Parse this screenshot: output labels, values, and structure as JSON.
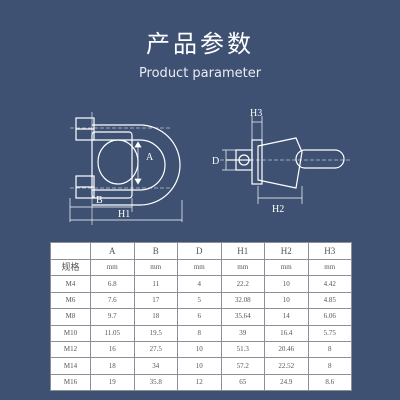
{
  "header": {
    "title": "产品参数",
    "subtitle": "Product parameter"
  },
  "diagram": {
    "labels": {
      "A": "A",
      "B": "B",
      "H1": "H1",
      "D": "D",
      "H2": "H2",
      "H3": "H3"
    }
  },
  "table": {
    "columns": [
      "",
      "A",
      "B",
      "D",
      "H1",
      "H2",
      "H3"
    ],
    "units_row": [
      "规格",
      "mm",
      "mm",
      "mm",
      "mm",
      "mm",
      "mm"
    ],
    "rows": [
      [
        "M4",
        "6.8",
        "11",
        "4",
        "22.2",
        "10",
        "4.42"
      ],
      [
        "M6",
        "7.6",
        "17",
        "5",
        "32.08",
        "10",
        "4.85"
      ],
      [
        "M8",
        "9.7",
        "18",
        "6",
        "35.64",
        "14",
        "6.06"
      ],
      [
        "M10",
        "11.05",
        "19.5",
        "8",
        "39",
        "16.4",
        "5.75"
      ],
      [
        "M12",
        "16",
        "27.5",
        "10",
        "51.3",
        "20.46",
        "8"
      ],
      [
        "M14",
        "18",
        "34",
        "10",
        "57.2",
        "22.52",
        "8"
      ],
      [
        "M16",
        "19",
        "35.8",
        "12",
        "65",
        "24.9",
        "8.6"
      ]
    ]
  }
}
